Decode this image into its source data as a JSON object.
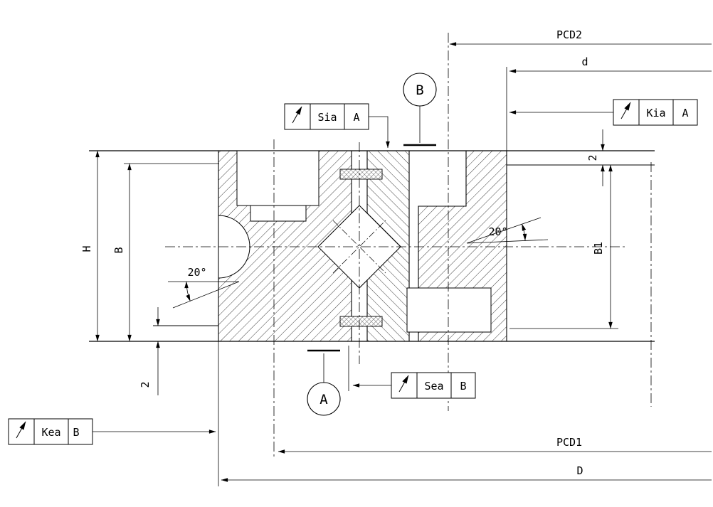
{
  "drawing": {
    "dims": {
      "pcd2": "PCD2",
      "d": "d",
      "pcd1": "PCD1",
      "big_d": "D",
      "h": "H",
      "b": "B",
      "b1": "B1",
      "step_top": "2",
      "step_bottom": "2",
      "angle_left": "20°",
      "angle_right": "20°"
    },
    "datums": {
      "a": "A",
      "b": "B"
    },
    "frames": {
      "sia": {
        "icon": "circular-runout",
        "label": "Sia",
        "datum": "A"
      },
      "kia": {
        "icon": "circular-runout",
        "label": "Kia",
        "datum": "A"
      },
      "sea": {
        "icon": "circular-runout",
        "label": "Sea",
        "datum": "B"
      },
      "kea": {
        "icon": "circular-runout",
        "label": "Kea",
        "datum": "B"
      }
    },
    "colors": {
      "line": "#000000",
      "background": "#ffffff"
    }
  }
}
